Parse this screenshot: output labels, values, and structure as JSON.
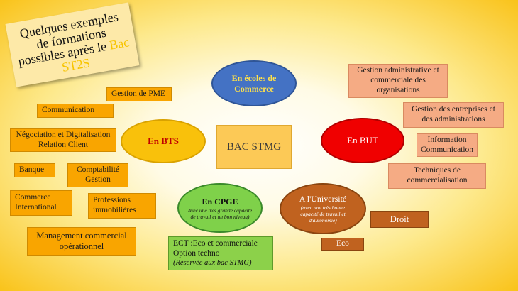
{
  "note": {
    "line1": "Quelques exemples",
    "line2": "de formations",
    "line3a": "possibles après le ",
    "line3b": "Bac",
    "line4": "ST2S"
  },
  "center_box": "BAC STMG",
  "ellipses": {
    "ecoles": {
      "line1": "En écoles de",
      "line2": "Commerce"
    },
    "bts": "En BTS",
    "but": "En BUT",
    "cpge": {
      "title": "En CPGE",
      "sub1": "Avec une très grande capacité",
      "sub2": "de travail et un bon niveau)"
    },
    "univ": {
      "title": "A l'Université",
      "sub1": "(avec une très bonne",
      "sub2": "capacité de travail et",
      "sub3": "d'autonomie)"
    }
  },
  "bts_items": {
    "pme": "Gestion de PME",
    "communication": "Communication",
    "negociation_1": "Négociation et Digitalisation",
    "negociation_2": "Relation Client",
    "banque": "Banque",
    "compta_1": "Comptabilité",
    "compta_2": "Gestion",
    "commerce_1": "Commerce",
    "commerce_2": "International",
    "immo_1": "Professions",
    "immo_2": "immobilières",
    "mco_1": "Management commercial",
    "mco_2": "opérationnel"
  },
  "but_items": {
    "gaco_1": "Gestion administrative  et",
    "gaco_2": "commerciale des",
    "gaco_3": "organisations",
    "gea_1": "Gestion des entreprises  et",
    "gea_2": "des administrations",
    "info_1": "Information",
    "info_2": "Communication",
    "tc_1": "Techniques de",
    "tc_2": "commercialisation"
  },
  "univ_items": {
    "droit": "Droit",
    "eco": "Eco"
  },
  "cpge_items": {
    "line1": "ECT :Eco et commerciale",
    "line2": "Option techno",
    "line3": "(Réservée aux bac STMG)"
  }
}
